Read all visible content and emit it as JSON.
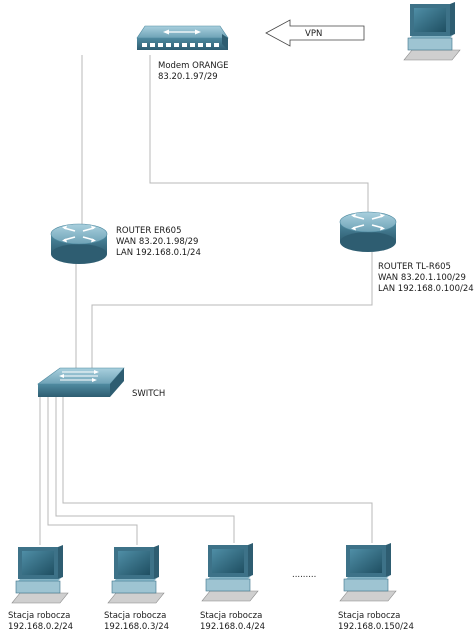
{
  "modem": {
    "name": "Modem ORANGE",
    "ip": "83.20.1.97/29"
  },
  "vpn": {
    "label": "VPN"
  },
  "router_er605": {
    "name": "ROUTER ER605",
    "wan": "WAN 83.20.1.98/29",
    "lan": "LAN 192.168.0.1/24"
  },
  "router_tl": {
    "name": "ROUTER TL-R605",
    "wan": "WAN 83.20.1.100/29",
    "lan": "LAN 192.168.0.100/24"
  },
  "switch": {
    "name": "SWITCH"
  },
  "workstations": [
    {
      "name": "Stacja robocza",
      "ip": "192.168.0.2/24"
    },
    {
      "name": "Stacja robocza",
      "ip": "192.168.0.3/24"
    },
    {
      "name": "Stacja robocza",
      "ip": "192.168.0.4/24"
    },
    {
      "name": "Stacja robocza",
      "ip": "192.168.0.150/24"
    }
  ],
  "ellipsis": ".........",
  "colors": {
    "device_top": "#7fb0c2",
    "device_side": "#3d7288",
    "wire": "#b8b8b8"
  },
  "icons": {
    "modem": "modem-icon",
    "router": "router-icon",
    "switch": "switch-icon",
    "pc": "pc-icon"
  }
}
